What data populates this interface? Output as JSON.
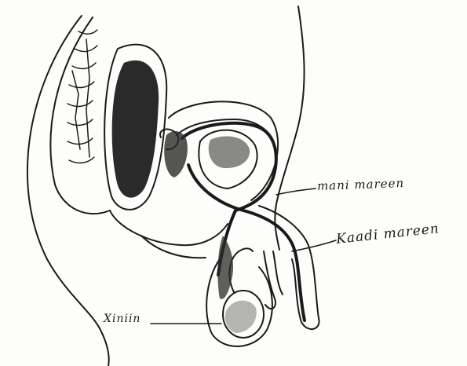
{
  "labels": {
    "upper_duct": "mani mareen",
    "lower_duct": "Kaadi mareen",
    "gonad": "Xiniin"
  },
  "colors": {
    "ink": "#1a1a1a",
    "paper": "#fdfdfb",
    "shading": "#2a2a2a"
  }
}
